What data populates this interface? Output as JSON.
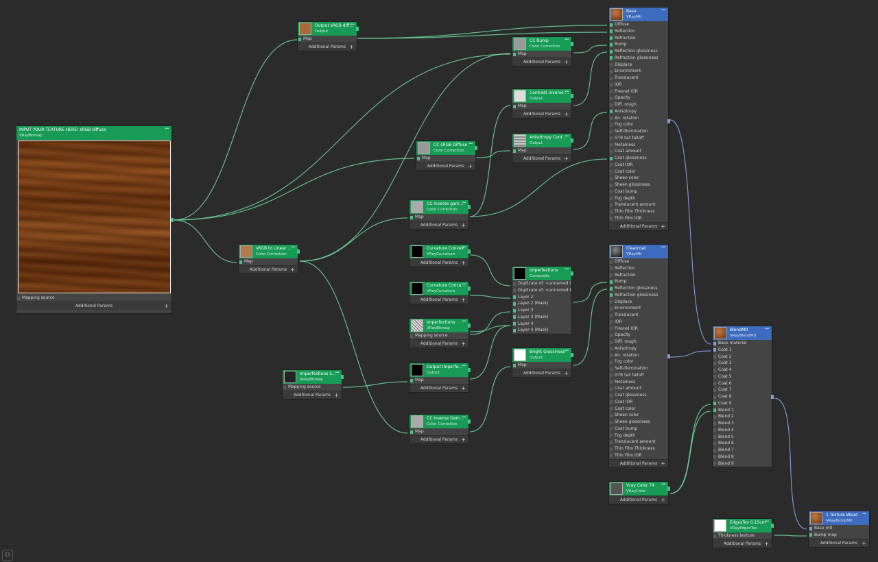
{
  "additional_params": "Additional Params",
  "texture": {
    "title": "INPUT YOUR TEXTURE HERE! sRGB diffuse",
    "type": "VRayBitmap",
    "mapping": "Mapping source"
  },
  "out_srgb": {
    "title": "Output sRGB diff...",
    "type": "Output",
    "map": "Map"
  },
  "srgb_linear": {
    "title": "sRGB to Linear ...",
    "type": "Color Correction",
    "map": "Map"
  },
  "imperf_src": {
    "title": "Imperfections S...",
    "type": "VRayBitmap",
    "mapping": "Mapping source"
  },
  "cc_srgb": {
    "title": "CC sRGB Diffuse",
    "type": "Color Correction",
    "map": "Map"
  },
  "cc_inv_gam": {
    "title": "CC Inverse gam...",
    "type": "Color Correction",
    "map": "Map"
  },
  "curv_convex": {
    "title": "Curvature Convex",
    "type": "VRayCurvature"
  },
  "curv_conca": {
    "title": "Curvature Conca...",
    "type": "VRayCurvature"
  },
  "imperf_bmp": {
    "title": "Imperfections",
    "type": "VRayBitmap",
    "mapping": "Mapping source"
  },
  "out_imperf": {
    "title": "Output Imperfe...",
    "type": "Output",
    "map": "Map"
  },
  "cc_inv_gem": {
    "title": "CC Inverse Gem...",
    "type": "Color Correction",
    "map": "Map"
  },
  "cc_bump": {
    "title": "CC Bump",
    "type": "Color Correction",
    "map": "Map"
  },
  "contrast_inv": {
    "title": "Contrast Inverse ...",
    "type": "Output",
    "map": "Map"
  },
  "aniso_cont": {
    "title": "Anisotropy Cont...",
    "type": "Output",
    "map": "Map"
  },
  "imperf_comp": {
    "title": "Imperfections",
    "type": "Composite",
    "rows": [
      "Duplicate of: <unnamed laye...",
      "Duplicate of: <unnamed laye...",
      "Layer 2",
      "Layer 2 (Mask)",
      "Layer 3",
      "Layer 3 (Mask)",
      "Layer 4",
      "Layer 4 (Mask)"
    ]
  },
  "bright_gloss": {
    "title": "Bright Glossiness",
    "type": "Output",
    "map": "Map"
  },
  "base": {
    "title": "Base",
    "type": "VRayMtl",
    "rows": [
      "Diffuse",
      "Reflection",
      "Refraction",
      "Bump",
      "Reflection glossiness",
      "Refraction glossiness",
      "Displace",
      "Environment",
      "Translucent",
      "IOR",
      "Fresnel IOR",
      "Opacity",
      "Diff. rough.",
      "Anisotropy",
      "An. rotation",
      "Fog color",
      "Self-illumination",
      "GTR tail falloff",
      "Metalness",
      "Coat amount",
      "Coat glossiness",
      "Coat IOR",
      "Coat color",
      "Sheen color",
      "Sheen glossiness",
      "Coat bump",
      "Fog depth",
      "Translucent amount",
      "Thin Film Thickness",
      "Thin Film IOR"
    ]
  },
  "clearcoat": {
    "title": "Clearcoat",
    "type": "VRayMtl",
    "rows": [
      "Diffuse",
      "Reflection",
      "Refraction",
      "Bump",
      "Reflection glossiness",
      "Refraction glossiness",
      "Displace",
      "Environment",
      "Translucent",
      "IOR",
      "Fresnel IOR",
      "Opacity",
      "Diff. rough.",
      "Anisotropy",
      "An. rotation",
      "Fog color",
      "Self-illumination",
      "GTR tail falloff",
      "Metalness",
      "Coat amount",
      "Coat glossiness",
      "Coat IOR",
      "Coat color",
      "Sheen color",
      "Sheen glossiness",
      "Coat bump",
      "Fog depth",
      "Translucent amount",
      "Thin Film Thickness",
      "Thin Film IOR"
    ]
  },
  "vray_color": {
    "title": "Vray Color 74",
    "type": "VRayColor"
  },
  "blend": {
    "title": "BlendMtl",
    "type": "VRayBlendMtl",
    "rows": [
      "Base material",
      "Coat 1",
      "Coat 2",
      "Coat 3",
      "Coat 4",
      "Coat 5",
      "Coat 6",
      "Coat 7",
      "Coat 8",
      "Coat 9",
      "Blend 1",
      "Blend 2",
      "Blend 3",
      "Blend 4",
      "Blend 5",
      "Blend 6",
      "Blend 7",
      "Blend 8",
      "Blend 9"
    ]
  },
  "edges": {
    "title": "EdgesTex 0.15cm",
    "type": "VRayEdgesTex",
    "thickness": "Thickness texture"
  },
  "wood": {
    "title": "1 Texture Wood",
    "type": "VRayBumpMtl",
    "rows": [
      "Base mtl",
      "Bump map"
    ]
  },
  "colors": {
    "green_header": "#179b55",
    "blue_header": "#3d6bbd",
    "wire_green": "#6fd6a5",
    "wire_blue": "#8fa5ee"
  },
  "icons": {
    "collapse": "minus-icon",
    "expand": "plus-icon",
    "bottom_tool": "binoculars-icon"
  }
}
